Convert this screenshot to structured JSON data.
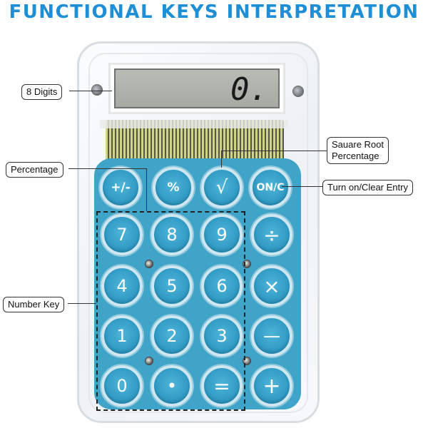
{
  "title": "FUNCTIONAL KEYS INTERPRETATION",
  "display": {
    "digits_shown": "0."
  },
  "callouts": {
    "digits": "8 Digits",
    "percentage": "Percentage",
    "square_root_line1": "Sauare Root",
    "square_root_line2": "Percentage",
    "turn_on": "Turn on/Clear Entry",
    "number_key": "Number Key"
  },
  "keys": {
    "plus_minus": "+/-",
    "percent": "%",
    "sqrt": "√",
    "on_c": "ON/C",
    "seven": "7",
    "eight": "8",
    "nine": "9",
    "divide": "÷",
    "four": "4",
    "five": "5",
    "six": "6",
    "multiply": "×",
    "one": "1",
    "two": "2",
    "three": "3",
    "minus": "—",
    "zero": "0",
    "dot": "•",
    "equals": "=",
    "plus": "+"
  },
  "colors": {
    "title": "#1e8fd6",
    "keypad": "#3fa4c8",
    "key": "#2f9ac4"
  }
}
